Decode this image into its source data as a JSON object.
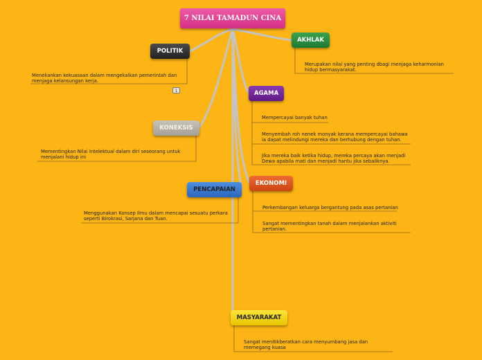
{
  "root": {
    "title": "7 NILAI TAMADUN CINA"
  },
  "topics": {
    "politik": {
      "label": "POLITIK",
      "note": "Menekankan kekuasaan dalam mengekalkan pemerintah dan menjaga kelansungan kerja.",
      "badge": "1"
    },
    "akhlak": {
      "label": "AKHLAK",
      "note": "Merupakan nilai yang penting dbagi menjaga keharmonian hidup bermasyarakat."
    },
    "agama": {
      "label": "AGAMA",
      "notes": [
        "Mempercayai banyak tuhan",
        "Menyembah roh nenek monyak kerana mempercayai bahawa ia dapat melindungi mereka dan berhubung dengan tuhan.",
        "Jika mereka baik ketika hidup, mereka percaya akan menjadi Dewa apabila mati dan menjadi hantu jika sebaliknya."
      ]
    },
    "koneksis": {
      "label": "KONEKSIS",
      "note": "Mementingkan Nilai Intelektual dalam diri seseorang untuk menjalani hidup ini"
    },
    "pencapaian": {
      "label": "PENCAPAIAN",
      "note": "Menggunakan Konsep Ilmu dalam mencapai sesuatu perkara seperti Birokrasi, Sarjana dan Tuan."
    },
    "ekonomi": {
      "label": "EKONOMI",
      "notes": [
        "Perkembangan keluarga bergantung pada asas pertanian",
        "Sangat mementingkan tanah dalam menjalankan aktiviti pertanian."
      ]
    },
    "masyarakat": {
      "label": "MASYARAKAT",
      "note": "Sangat menitikberatkan cara menyumbang jasa dan memegang kuasa"
    }
  },
  "colors": {
    "background": "#fdb515",
    "root": "#e0418f",
    "politik": "#2f2f2f",
    "akhlak": "#2a8c3e",
    "agama": "#6f2596",
    "koneksis": "#b8b2a7",
    "pencapaian": "#3a7ad0",
    "ekonomi": "#e0561f",
    "masyarakat": "#f3d514",
    "connector": "#c9c9c9"
  }
}
